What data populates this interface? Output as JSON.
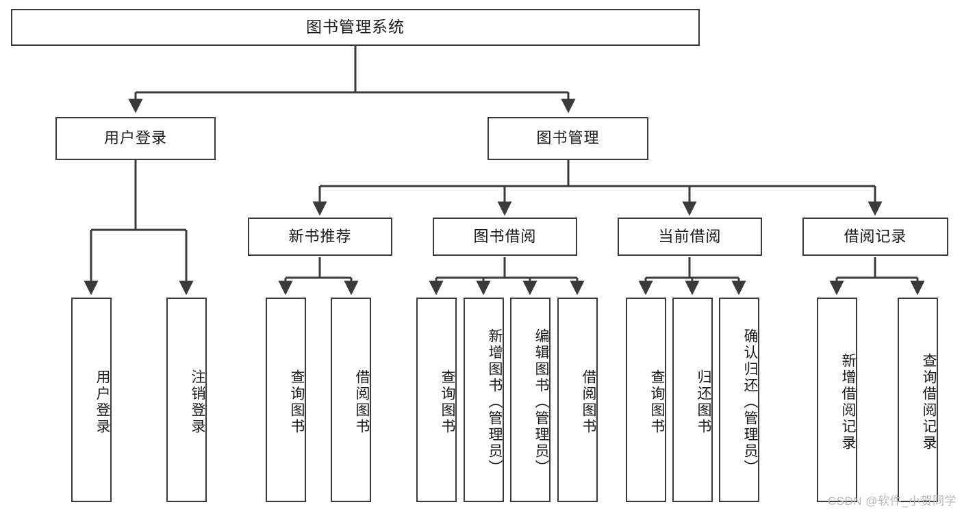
{
  "diagram": {
    "title": "图书管理系统",
    "type": "tree-hierarchy-chart",
    "root": {
      "label": "图书管理系统"
    },
    "level2": [
      {
        "label": "用户登录"
      },
      {
        "label": "图书管理"
      }
    ],
    "level3": [
      {
        "label": "新书推荐"
      },
      {
        "label": "图书借阅"
      },
      {
        "label": "当前借阅"
      },
      {
        "label": "借阅记录"
      }
    ],
    "leaves": [
      {
        "label": "用户登录"
      },
      {
        "label": "注销登录"
      },
      {
        "label": "查询图书"
      },
      {
        "label": "借阅图书"
      },
      {
        "label": "查询图书"
      },
      {
        "label": "新增图书（管理员）"
      },
      {
        "label": "编辑图书（管理员）"
      },
      {
        "label": "借阅图书"
      },
      {
        "label": "查询图书"
      },
      {
        "label": "归还图书"
      },
      {
        "label": "确认归还（管理员）"
      },
      {
        "label": "新增借阅记录"
      },
      {
        "label": "查询借阅记录"
      }
    ],
    "colors": {
      "stroke": "#3a3a3a",
      "fill": "#ffffff",
      "text": "#1a1a1a",
      "watermark": "#b9b9b9"
    }
  },
  "watermark": {
    "text": "CSDN @软件_小贺同学"
  }
}
